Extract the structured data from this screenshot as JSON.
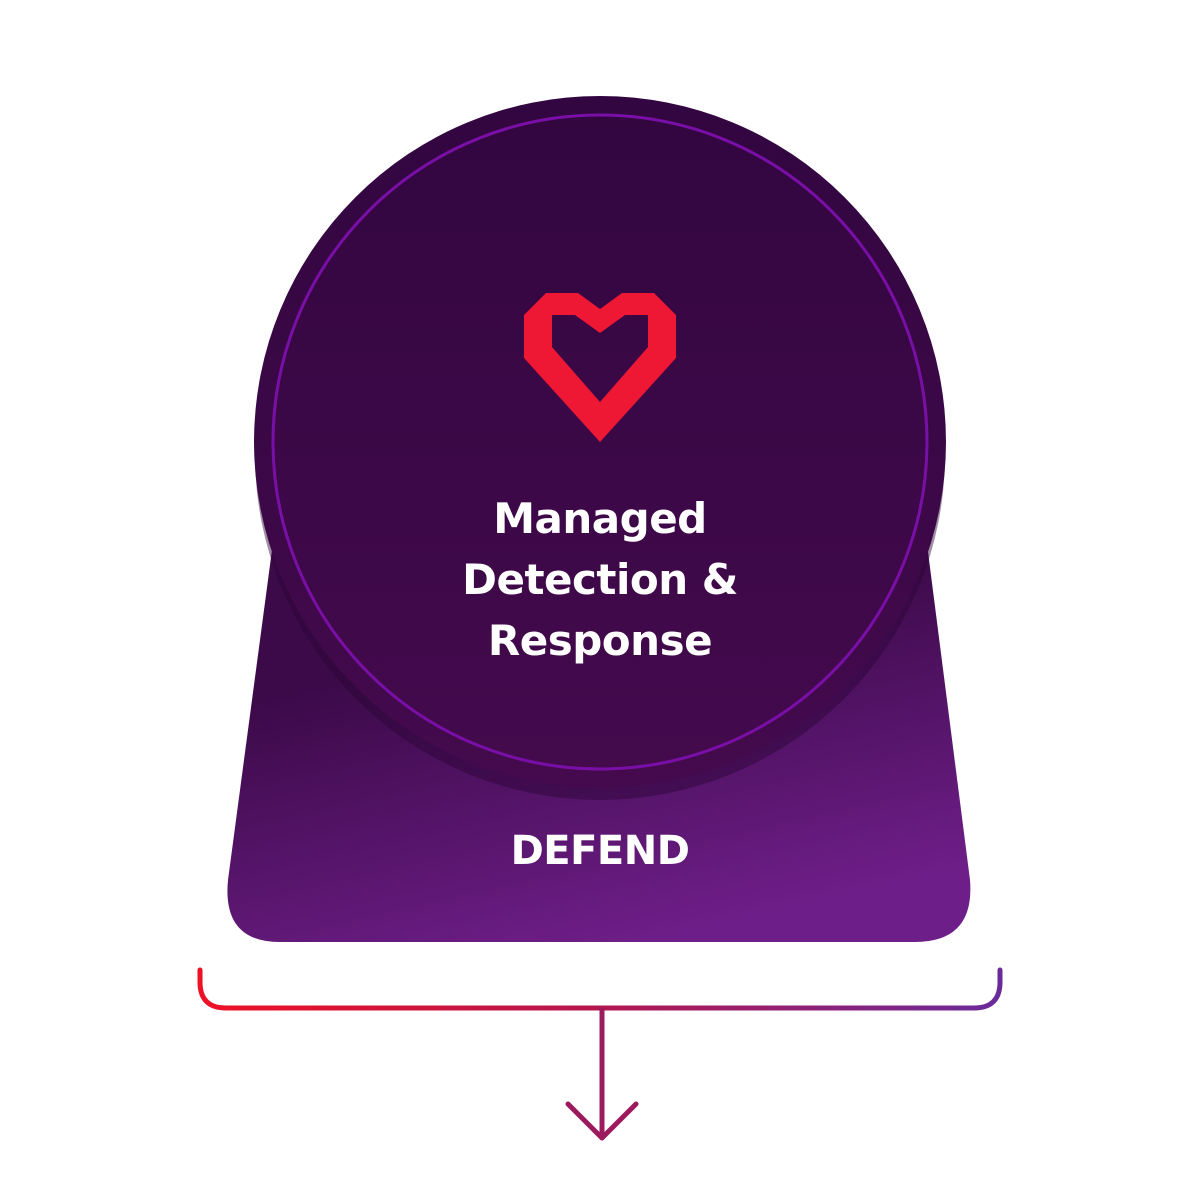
{
  "service": {
    "title_lines": [
      "Managed",
      "Detection &",
      "Response"
    ],
    "icon": "heart-icon"
  },
  "category": {
    "label": "DEFEND"
  },
  "colors": {
    "circle_top": "#320640",
    "circle_bottom": "#440a4d",
    "circle_ring": "#7a0fa8",
    "base_dark": "#3c0a49",
    "base_light": "#6e1e88",
    "heart": "#ee1834",
    "bracket_start": "#ee1126",
    "bracket_end": "#6a2a9a",
    "arrow": "#9c1a5e"
  }
}
